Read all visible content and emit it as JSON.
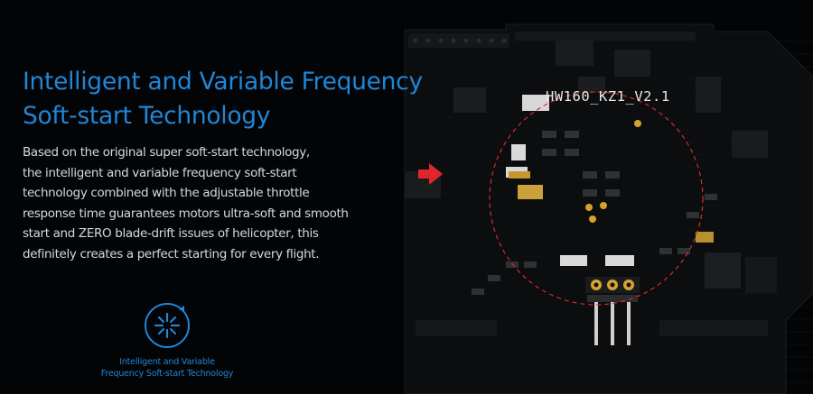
{
  "headline": {
    "line1": "Intelligent and Variable Frequency",
    "line2": "Soft-start Technology"
  },
  "body": {
    "lines": [
      "Based on the original super soft-start technology,",
      "the intelligent and variable frequency soft-start",
      "technology combined with the adjustable throttle",
      "response time guarantees motors ultra-soft and smooth",
      "start and ZERO blade-drift issues of helicopter, this",
      "definitely creates a perfect starting for every flight."
    ]
  },
  "feature": {
    "icon": "soft-start-icon",
    "label_line1": "Intelligent and Variable",
    "label_line2": "Frequency Soft-start Technology"
  },
  "board": {
    "label": "HW160_KZ1_V2.1"
  },
  "colors": {
    "accent": "#1f86d8",
    "background": "#030405",
    "body_text": "#d6d9dc",
    "arrow": "#e0262b",
    "highlight_circle": "#d92a2a"
  }
}
